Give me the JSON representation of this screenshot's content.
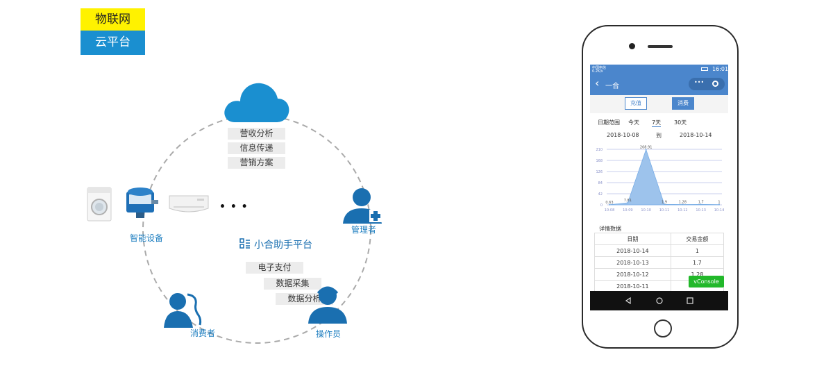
{
  "badge": {
    "line1": "物联网",
    "line2": "云平台"
  },
  "cloud": {
    "items": [
      "营收分析",
      "信息传递",
      "营销方案"
    ]
  },
  "devices": {
    "label": "智能设备",
    "ellipsis": "• • •"
  },
  "manager": {
    "label": "管理者"
  },
  "platform": {
    "title": "小合助手平台",
    "items": [
      "电子支付",
      "数据采集",
      "数据分析"
    ]
  },
  "consumer": {
    "label": "消费者"
  },
  "operator": {
    "label": "操作员"
  },
  "phone": {
    "status_left": "中国电信",
    "status_left2": "0.2K/s",
    "status_time": "16:01",
    "nav_back": "‹",
    "nav_title": "一合",
    "nav_menu": "•••",
    "btn_recharge": "充值",
    "btn_consume": "消费",
    "range_label": "日期范围",
    "range_today": "今天",
    "range_7": "7天",
    "range_30": "30天",
    "date_from": "2018-10-08",
    "date_to_label": "到",
    "date_to": "2018-10-14",
    "detail_title": "详情数据",
    "table_headers": [
      "日期",
      "交易金额"
    ],
    "table_rows": [
      [
        "2018-10-14",
        "1"
      ],
      [
        "2018-10-13",
        "1.7"
      ],
      [
        "2018-10-12",
        "1.28"
      ],
      [
        "2018-10-11",
        ""
      ]
    ],
    "vconsole": "vConsole"
  },
  "chart_data": {
    "type": "area",
    "x": [
      "10-08",
      "10-09",
      "10-10",
      "10-11",
      "10-12",
      "10-13",
      "10-14"
    ],
    "series": [
      {
        "values": [
          0.63,
          7.81,
          208.91,
          1.9,
          1.28,
          1.7,
          1
        ]
      }
    ],
    "value_labels": [
      "0.63",
      "7.81",
      "208.91",
      "1.9",
      "1.28",
      "1.7",
      "1"
    ],
    "yticks": [
      0,
      42,
      84,
      126,
      168,
      210
    ],
    "ylim": [
      0,
      210
    ],
    "grid": true,
    "colors": {
      "fill": "#9dc3ec",
      "line": "#7aaee6",
      "grid": "#b8bfe8"
    }
  },
  "colors": {
    "accent_blue": "#1f7fc0",
    "cloud_blue": "#1a8fd0",
    "yellow": "#fff200",
    "green": "#22b82a",
    "phone_blue": "#4b86cc"
  }
}
